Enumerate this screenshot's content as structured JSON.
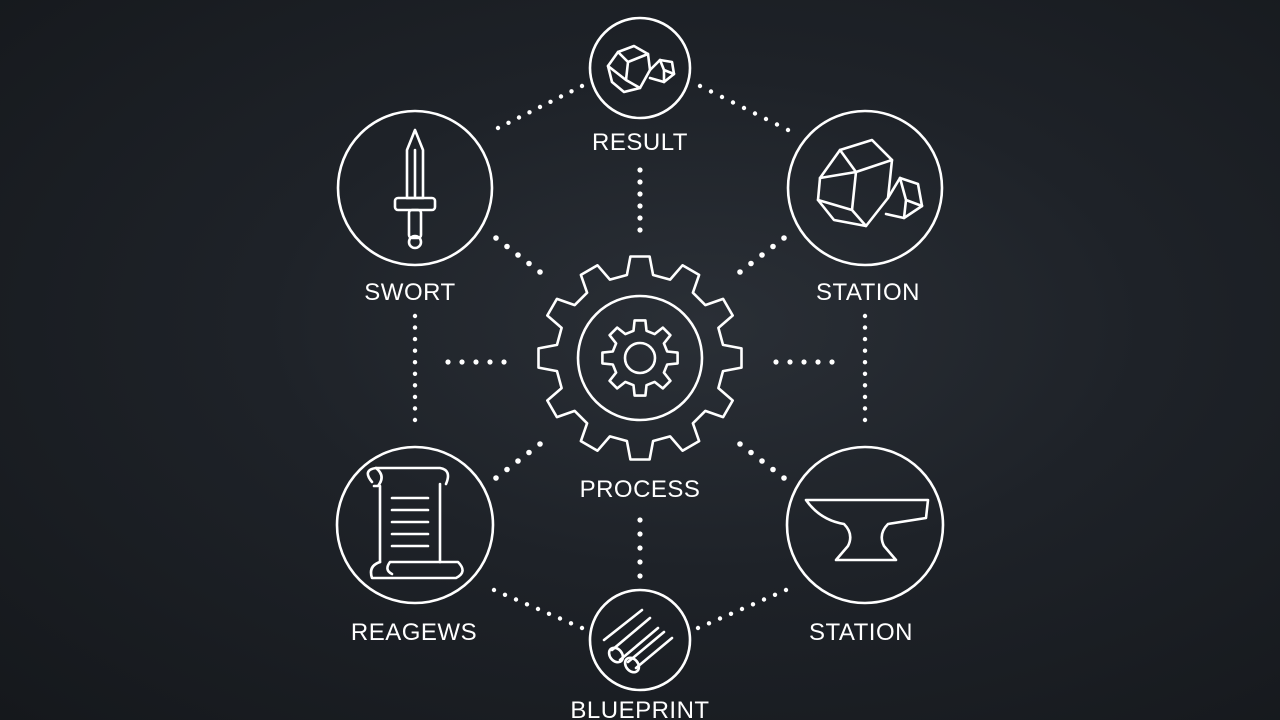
{
  "diagram": {
    "center_label": "PROCESS",
    "nodes": {
      "top": {
        "label": "RESULT",
        "icon": "ore-rocks-icon"
      },
      "upper_left": {
        "label": "SWORT",
        "icon": "sword-icon"
      },
      "upper_right": {
        "label": "STATION",
        "icon": "crystal-ore-icon"
      },
      "lower_left": {
        "label": "REAGEWS",
        "icon": "scroll-icon"
      },
      "lower_right": {
        "label": "STATION",
        "icon": "anvil-icon"
      },
      "bottom": {
        "label": "BLUEPRINT",
        "icon": "logs-icon"
      }
    },
    "center_icon": "gear-icon",
    "colors": {
      "background": "#1e2228",
      "foreground": "#ffffff"
    }
  }
}
